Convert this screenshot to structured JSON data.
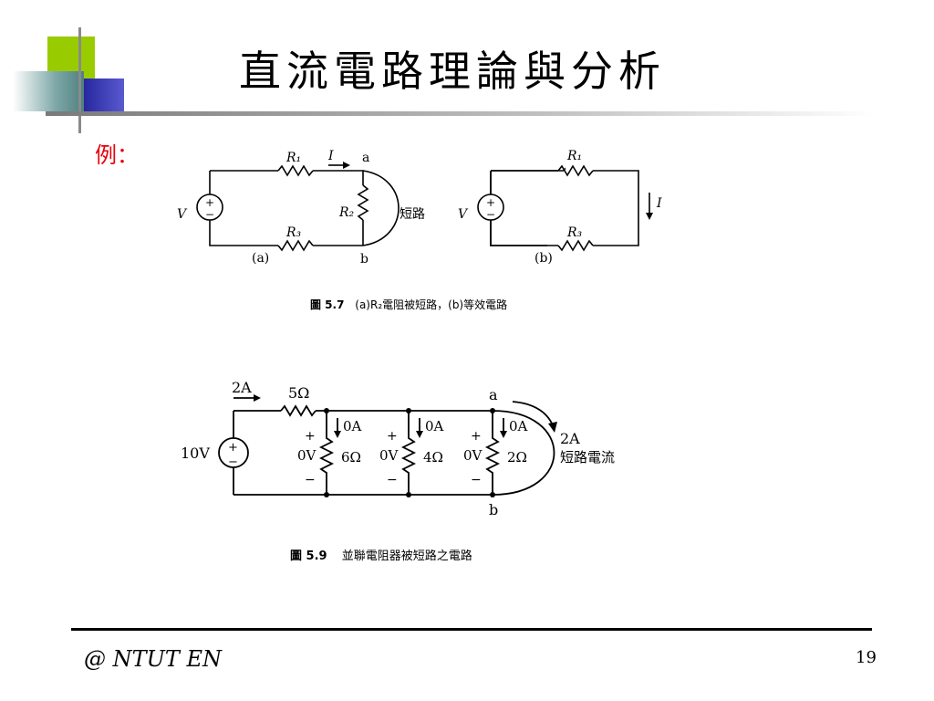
{
  "slide": {
    "title": "直流電路理論與分析",
    "example_label": "例：",
    "footer": "@ NTUT EN",
    "page_number": "19"
  },
  "figure1": {
    "caption_num": "圖 5.7",
    "caption_text": "(a)R₂電阻被短路，(b)等效電路",
    "source_label": "V",
    "plus": "+",
    "minus": "−",
    "r1": "R₁",
    "r2": "R₂",
    "r3": "R₃",
    "current": "I",
    "node_a": "a",
    "node_b": "b",
    "short_label": "短路",
    "sub_a": "(a)",
    "sub_b": "(b)"
  },
  "figure2": {
    "caption_num": "圖 5.9",
    "caption_text": "並聯電阻器被短路之電路",
    "source_value": "10V",
    "plus": "+",
    "minus": "−",
    "source_current": "2A",
    "series_resistor": "5Ω",
    "node_a": "a",
    "node_b": "b",
    "branches": [
      {
        "voltage": "0V",
        "current": "0A",
        "resistance": "6Ω"
      },
      {
        "voltage": "0V",
        "current": "0A",
        "resistance": "4Ω"
      },
      {
        "voltage": "0V",
        "current": "0A",
        "resistance": "2Ω"
      }
    ],
    "short_current": "2A",
    "short_label": "短路電流"
  },
  "colors": {
    "accent_green": "#99cc00",
    "accent_blue": "#3333aa",
    "example_red": "#e8000b"
  }
}
